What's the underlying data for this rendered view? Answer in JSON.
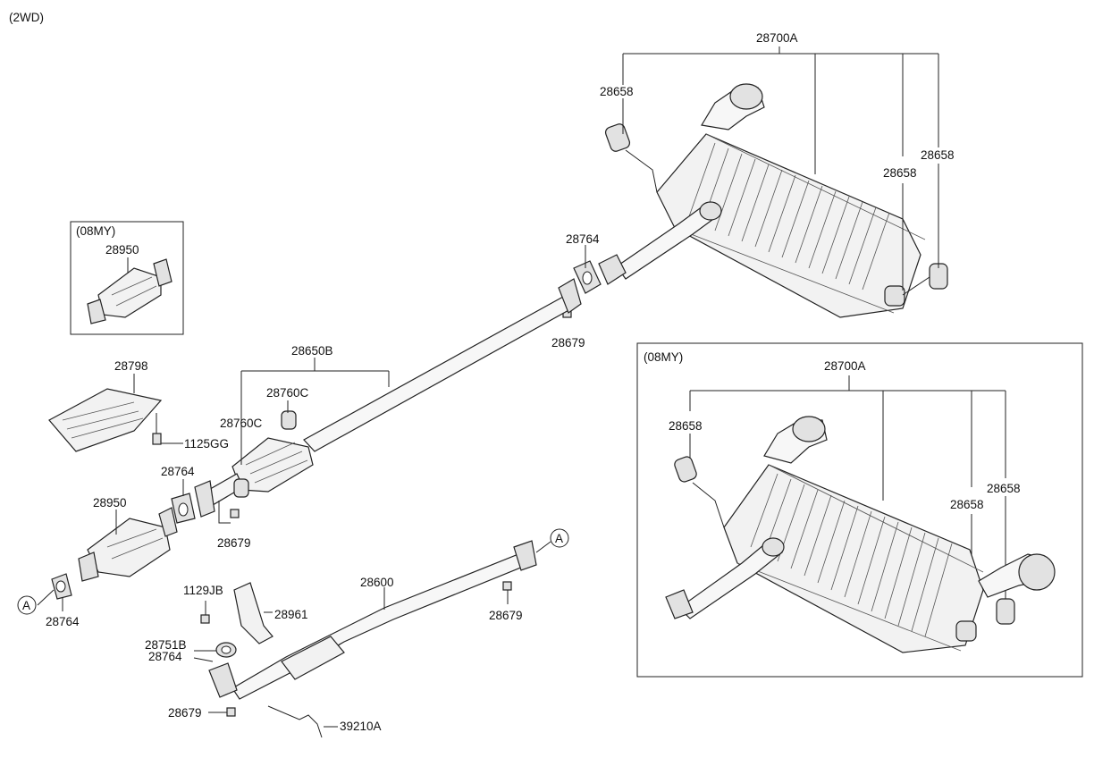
{
  "header": {
    "drive_type": "(2WD)"
  },
  "callouts": {
    "ref_a_left": "A",
    "ref_a_right": "A"
  },
  "parts": {
    "p28700A_main": "28700A",
    "p28658_main_left": "28658",
    "p28658_main_mid": "28658",
    "p28658_main_right": "28658",
    "p28764_top": "28764",
    "p28679_top": "28679",
    "p28650B": "28650B",
    "p28760C_upper": "28760C",
    "p28760C_lower": "28760C",
    "p28798": "28798",
    "p1125GG": "1125GG",
    "p28764_mid": "28764",
    "p28950_main": "28950",
    "p28679_mid": "28679",
    "p28764_left": "28764",
    "p28600": "28600",
    "p28679_right": "28679",
    "p1129JB": "1129JB",
    "p28961": "28961",
    "p28751B": "28751B",
    "p28764_low": "28764",
    "p28679_low": "28679",
    "p39210A": "39210A"
  },
  "inset_top": {
    "title": "(08MY)",
    "part": "28950"
  },
  "inset_right": {
    "title": "(08MY)",
    "p28700A": "28700A",
    "p28658_left": "28658",
    "p28658_mid": "28658",
    "p28658_right": "28658"
  }
}
